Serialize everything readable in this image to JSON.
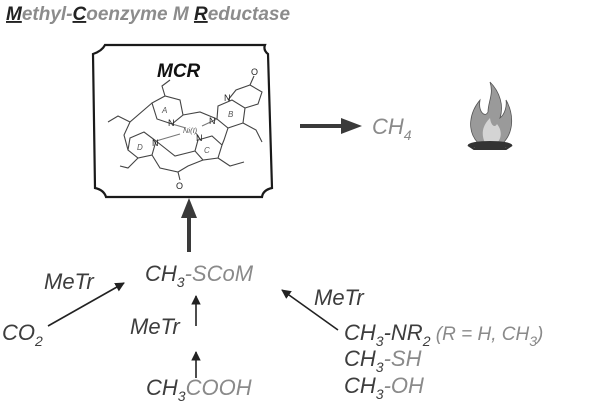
{
  "title": {
    "letter_m": "M",
    "part1": "ethyl-",
    "letter_c": "C",
    "part2": "oenzyme M ",
    "letter_r": "R",
    "part3": "eductase"
  },
  "enzyme_box": {
    "label": "MCR",
    "ring_labels": {
      "a": "A",
      "b": "B",
      "c": "C",
      "d": "D"
    },
    "metal": "Ni(I)",
    "nitrogen": "N",
    "oxygen": "O"
  },
  "product": {
    "base": "CH",
    "subscript": "4"
  },
  "substrate": {
    "prefix": "CH",
    "subscript": "3",
    "suffix": "-SCoM"
  },
  "enzyme_labels": {
    "left": "MeTr",
    "middle": "MeTr",
    "right": "MeTr"
  },
  "sources": {
    "co2": {
      "base": "CO",
      "subscript": "2"
    },
    "acetate": {
      "prefix": "CH",
      "subscript": "3",
      "suffix": "COOH"
    },
    "amines": {
      "prefix": "CH",
      "sub1": "3",
      "mid": "-NR",
      "sub2": "2",
      "paren_open": " (R",
      "equals": " = ",
      "paren_rest": "H, CH",
      "sub3": "3",
      "paren_close": ")"
    },
    "thiol": {
      "prefix": "CH",
      "subscript": "3",
      "suffix": "-SH"
    },
    "methanol": {
      "prefix": "CH",
      "subscript": "3",
      "suffix": "-OH"
    }
  },
  "colors": {
    "dark_text": "#3d3d3d",
    "grey_text": "#8a8a8a",
    "arrow": "#3a3a3a",
    "flame": "#9a9a9a"
  },
  "icons": [
    "fire-icon"
  ]
}
